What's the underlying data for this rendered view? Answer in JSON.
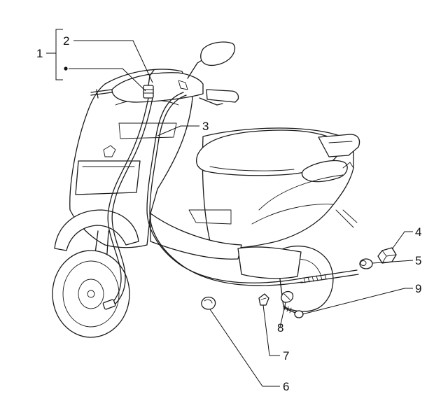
{
  "callouts": {
    "c1": "1",
    "c2": "2",
    "c3": "3",
    "c4": "4",
    "c5": "5",
    "c6": "6",
    "c7": "7",
    "c8": "8",
    "c9": "9"
  },
  "icons": {
    "scooter": "scooter-line-drawing",
    "bullet": "bullet-dot"
  }
}
